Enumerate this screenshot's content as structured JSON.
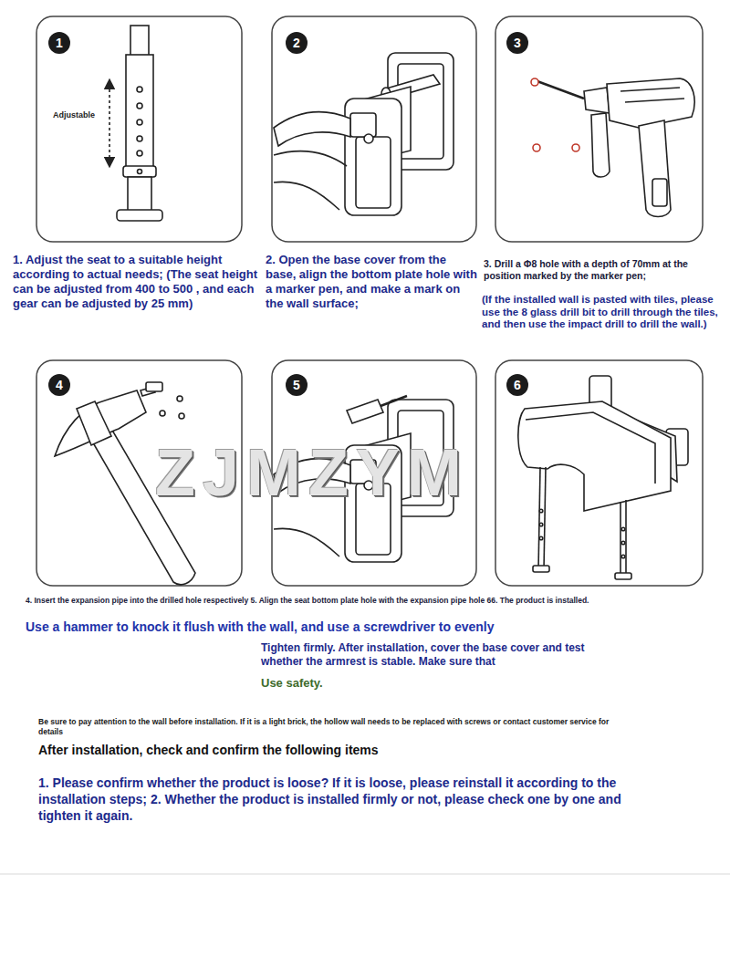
{
  "diagram": {
    "nodes": [
      {
        "text": [
          "1"
        ]
      },
      {
        "text": [
          "2"
        ]
      },
      {
        "text": [
          "3"
        ]
      },
      {
        "text": [
          "4"
        ]
      },
      {
        "text": [
          "5"
        ]
      },
      {
        "text": [
          "6"
        ]
      }
    ],
    "labels": [
      "Adjustable",
      "1. Adjust the seat to a suitable height according to actual needs; (The seat height can be adjusted from 400 to 500 , and each gear can be adjusted by 25 mm)",
      "2. Open the base cover from the base, align the bottom plate hole with a marker pen, and make a mark on the wall surface;",
      "3. Drill a Φ8 hole with a depth of 70mm at the position marked by the marker pen;",
      "(If the installed wall is pasted with tiles, please use the 8 glass drill bit to drill through the tiles, and then use the impact drill to drill the wall.)",
      "ZJMZYM",
      "4. Insert the expansion pipe into the drilled hole respectively 5. Align the seat bottom plate hole with the expansion pipe hole 66. The product is installed.",
      "Use a hammer to knock it flush with the wall, and use a screwdriver to evenly",
      "Tighten firmly. After installation, cover the base cover and test whether the armrest is stable. Make sure that",
      "Use safety.",
      "Be sure to pay attention to the wall before installation. If it is a light brick, the hollow wall needs to be replaced with screws or contact customer service for details",
      "After installation, check and confirm the following items",
      "1. Please confirm whether the product is loose? If it is loose, please reinstall it according to the installation steps; 2. Whether the product is installed firmly or not, please check one by one and tighten it again."
    ]
  }
}
